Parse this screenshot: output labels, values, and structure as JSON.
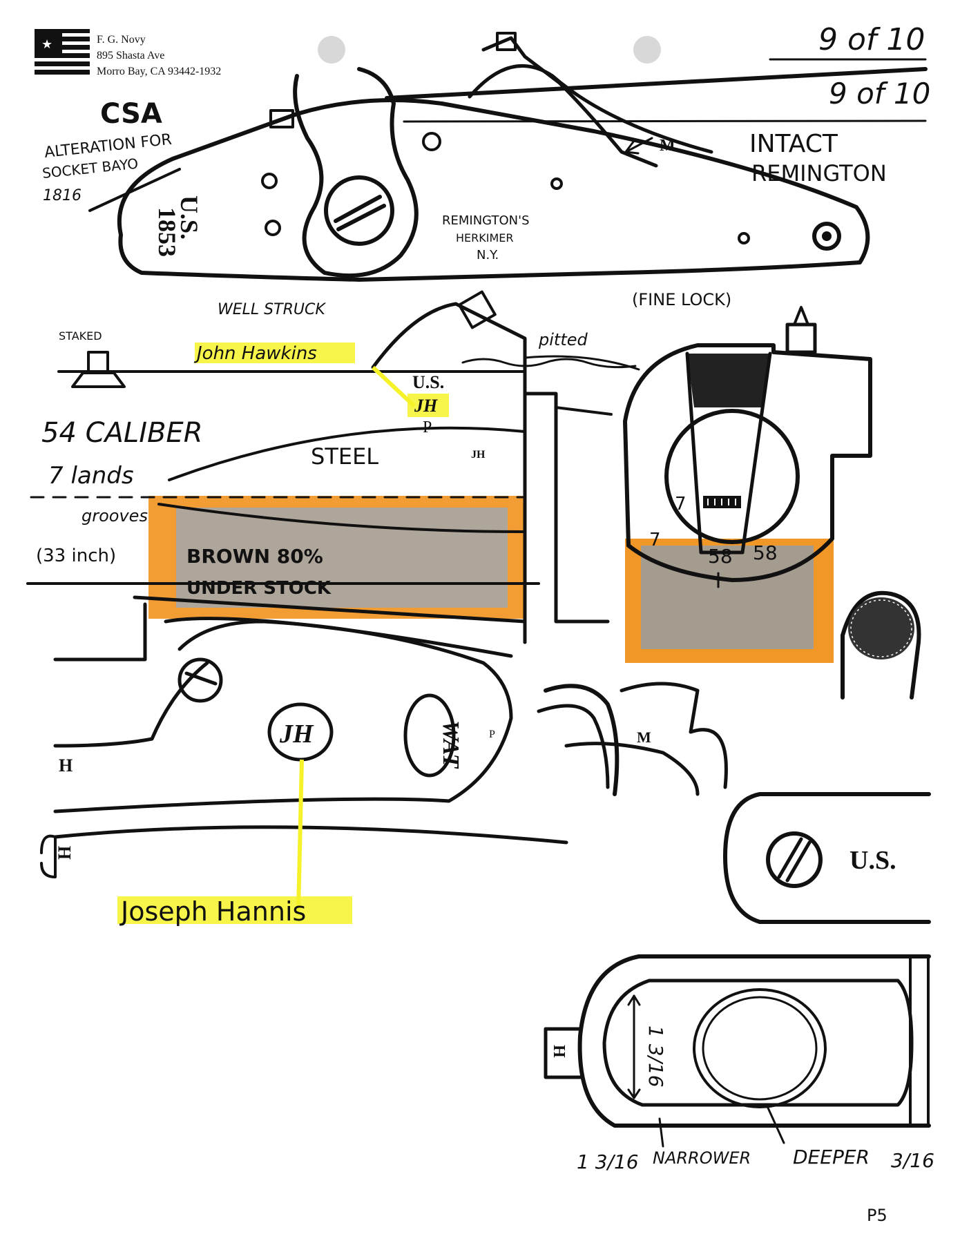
{
  "header": {
    "name_line": "F. G. Novy",
    "street_line": "895 Shasta Ave",
    "city_line": "Morro Bay, CA  93442-1932",
    "page_label_top": "9 of 10",
    "page_label_second": "9 of 10"
  },
  "lock_section": {
    "csa": "CSA",
    "alteration_line1": "ALTERATION FOR",
    "alteration_line2": "SOCKET BAYO",
    "alteration_line3": "1816",
    "us_mark": "U.S.",
    "year_mark": "1853",
    "maker_line1": "REMINGTON'S",
    "maker_line2": "HERKIMER",
    "maker_line3": "N.Y.",
    "m_mark": "M",
    "intact_line1": "INTACT",
    "intact_line2": "REMINGTON",
    "well_struck": "WELL STRUCK",
    "fine_lock": "(FINE LOCK)"
  },
  "barrel_section": {
    "staked": "STAKED",
    "inspector_1": "John Hawkins",
    "pitted": "pitted",
    "us_stamp": "U.S.",
    "jh_stamp": "JH",
    "p_stamp": "P",
    "steel": "STEEL",
    "jh_small": "JH",
    "caliber": "54 CALIBER",
    "lands": "7 lands",
    "grooves": "grooves",
    "length": "(33 inch)",
    "brown_line1": "BROWN 80%",
    "brown_line2": "UNDER STOCK"
  },
  "breech_view": {
    "num_7a": "7",
    "num_7b": "7",
    "num_58a": "58",
    "num_58b": "58"
  },
  "sideplate_section": {
    "jh_cartouche": "JH",
    "wat_cartouche": "WAT",
    "p_small": "P",
    "h_mark_1": "H",
    "h_mark_2": "H",
    "inspector_2": "Joseph Hannis"
  },
  "trigger_section": {
    "m_mark": "M"
  },
  "plate_us": {
    "us": "U.S."
  },
  "buttplate_section": {
    "h_mark": "H",
    "width_label": "1 3/16",
    "dim_left": "1 3/16",
    "narrower": "NARROWER",
    "deeper": "DEEPER",
    "dim_right": "3/16"
  },
  "footer": {
    "page_code": "P5"
  }
}
